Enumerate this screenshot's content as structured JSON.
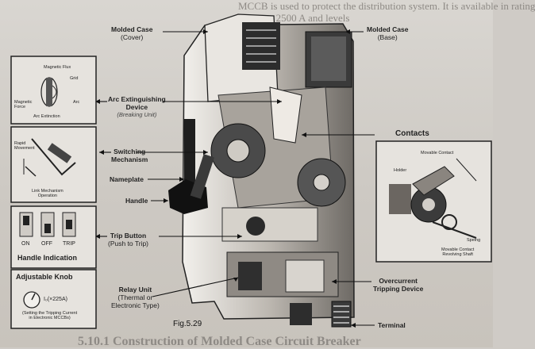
{
  "background_text": {
    "line1": "MCCB is used to protect the distribution system. It is available in rating",
    "line2": "up to 2500 A and levels",
    "footer": "5.10.1 Construction of Molded Case Circuit Breaker"
  },
  "labels": {
    "molded_case_cover": [
      "Molded Case",
      "(Cover)"
    ],
    "molded_case_base": [
      "Molded Case",
      "(Base)"
    ],
    "arc_extinguishing": [
      "Arc Extinguishing",
      "Device"
    ],
    "arc_breaking_note": "(Breaking Unit)",
    "contacts": "Contacts",
    "switching_mechanism": [
      "Switching",
      "Mechanism"
    ],
    "nameplate": "Nameplate",
    "handle": "Handle",
    "trip_button": [
      "Trip Button",
      "(Push to Trip)"
    ],
    "relay_unit": [
      "Relay Unit",
      "(Thermal or",
      "Electronic Type)"
    ],
    "overcurrent": [
      "Overcurrent",
      "Tripping Device"
    ],
    "terminal": "Terminal"
  },
  "inset_magnetic": {
    "magnetic_flux": "Magnetic Flux",
    "grid": "Grid",
    "magnetic_force": [
      "Magnetic",
      "Force"
    ],
    "arc": "Arc",
    "arc_extinction": "Arc Extinction"
  },
  "inset_link": {
    "rapid_movement": [
      "Rapid",
      "Movement"
    ],
    "caption": [
      "Link Mechanism",
      "Operation"
    ]
  },
  "inset_handle": {
    "positions": [
      "ON",
      "OFF",
      "TRIP"
    ],
    "title": "Handle Indication"
  },
  "inset_knob": {
    "title": "Adjustable Knob",
    "setting": "I₀(×225A)",
    "note": [
      "(Setting the Tripping Current",
      "in Electronic MCCBs)"
    ]
  },
  "inset_contacts": {
    "movable_contact": "Movable Contact",
    "holder": "Holder",
    "spring": "Speing",
    "shaft": [
      "Movable Contact",
      "Revolving Shaft"
    ]
  },
  "figure_caption": "Fig.5.29"
}
